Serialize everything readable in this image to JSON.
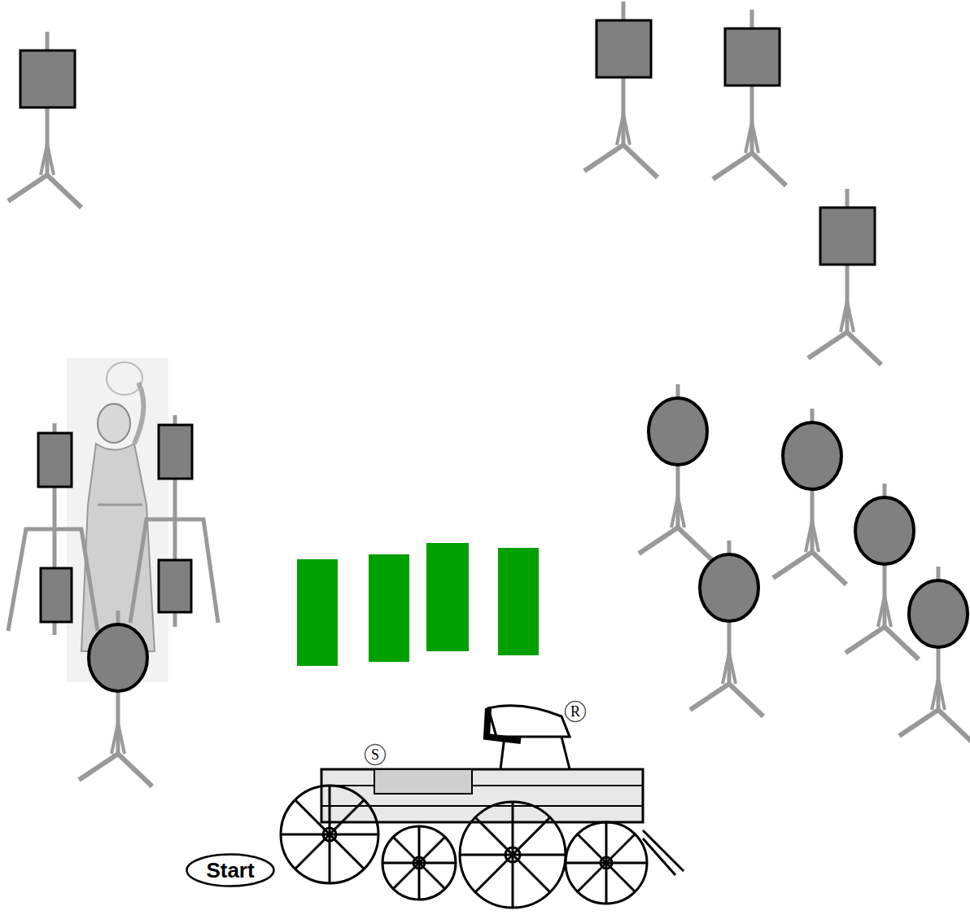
{
  "diagram": {
    "nodes": [
      {
        "text": [
          "S"
        ]
      },
      {
        "text": [
          "R"
        ]
      },
      {
        "text": [
          "Start"
        ]
      }
    ]
  }
}
